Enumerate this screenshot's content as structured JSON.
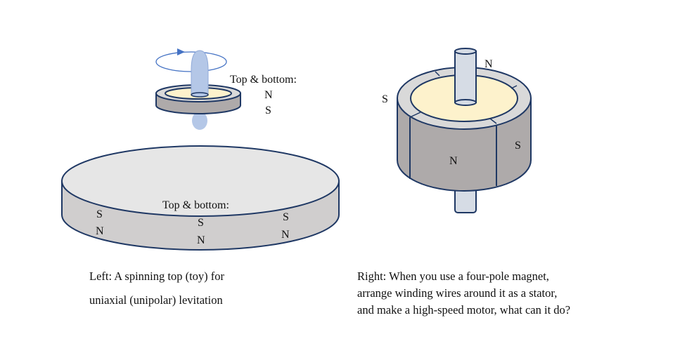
{
  "left": {
    "top_labels": {
      "heading": "Top & bottom:",
      "top": "N",
      "bottom": "S"
    },
    "base_labels": {
      "heading": "Top & bottom:",
      "left_top": "S",
      "left_bottom": "N",
      "center_top": "S",
      "center_bottom": "N",
      "right_top": "S",
      "right_bottom": "N"
    },
    "caption": [
      "Left: A spinning top (toy) for",
      "uniaxial (unipolar) levitation"
    ]
  },
  "right": {
    "poles": {
      "back": "N",
      "left": "S",
      "front": "N",
      "right": "S"
    },
    "caption": [
      "Right: When you use a four-pole magnet,",
      "arrange winding wires around it as a stator,",
      "and make a high-speed motor, what can it do?"
    ]
  },
  "colors": {
    "outline": "#1f3864",
    "spin_arrow": "#4472c4",
    "spindle": "#b4c7e7",
    "core": "#fdf2cc",
    "magnet_side": "#aeaaaa",
    "base_top": "#e6e6e6",
    "base_side": "#d0cece"
  }
}
